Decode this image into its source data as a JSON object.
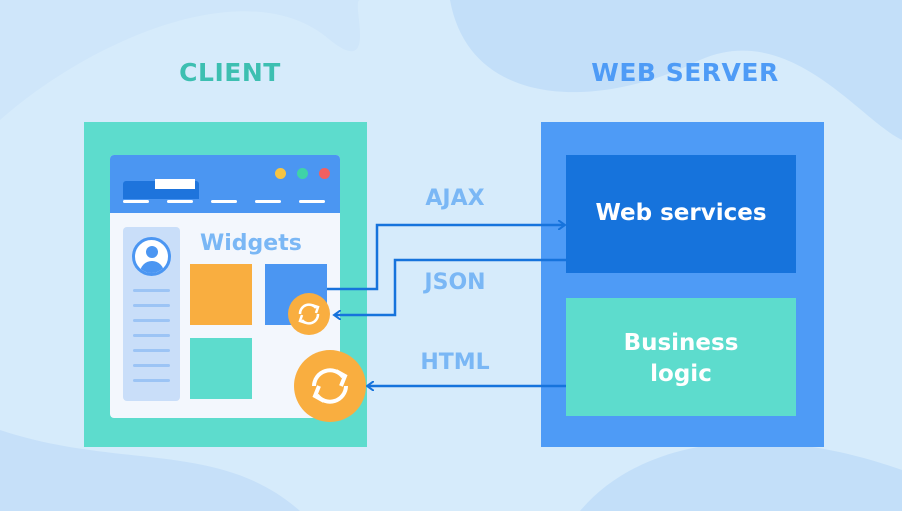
{
  "client": {
    "heading": "CLIENT",
    "widgets_label": "Widgets"
  },
  "server": {
    "heading": "WEB SERVER",
    "web_services": "Web services",
    "business_logic_line1": "Business",
    "business_logic_line2": "logic"
  },
  "arrows": {
    "ajax": "AJAX",
    "json": "JSON",
    "html": "HTML"
  },
  "colors": {
    "background": "#d6ebfb",
    "client_panel": "#5ddccd",
    "server_panel": "#4e9bf6",
    "web_services": "#1673dc",
    "business_logic": "#5ddccd",
    "arrow": "#1673dc",
    "refresh_icon": "#f9ae40",
    "heading_client": "#3dbfb1",
    "heading_server": "#4e9bf6",
    "label_text": "#7ab7f5"
  }
}
